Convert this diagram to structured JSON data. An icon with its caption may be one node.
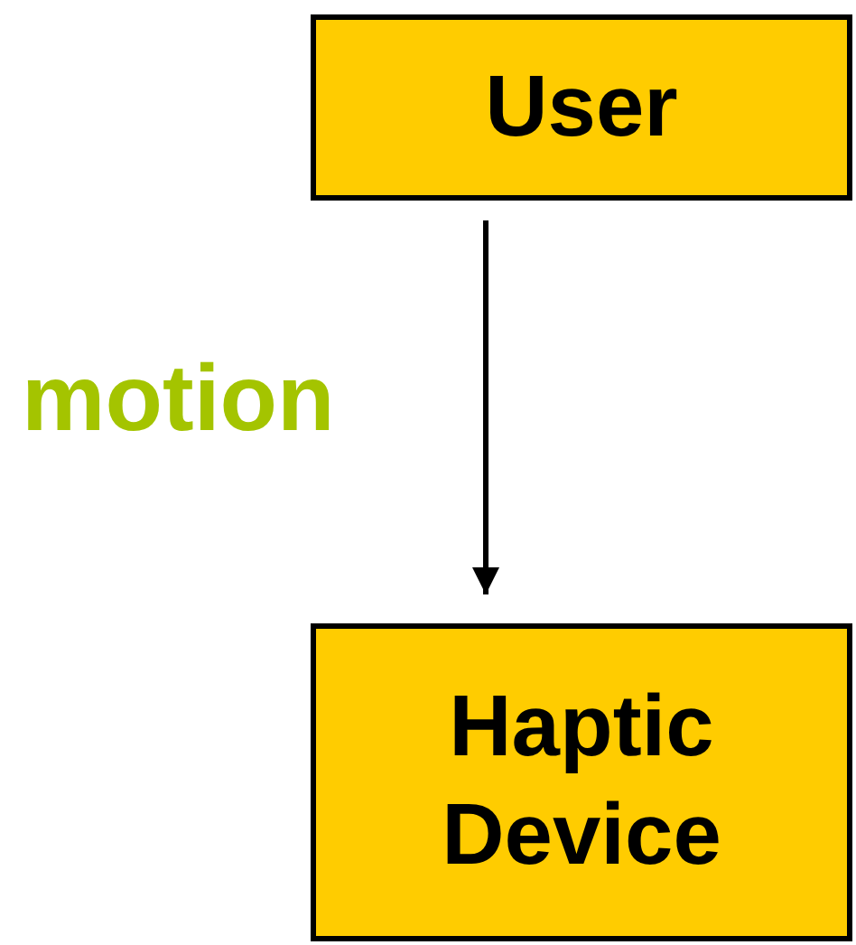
{
  "diagram": {
    "nodes": [
      {
        "text": [
          "User"
        ]
      },
      {
        "text": [
          "Haptic Device"
        ]
      }
    ],
    "edges": [
      {
        "from": 0,
        "to": 1,
        "arrow": "to",
        "label": "motion"
      }
    ]
  }
}
